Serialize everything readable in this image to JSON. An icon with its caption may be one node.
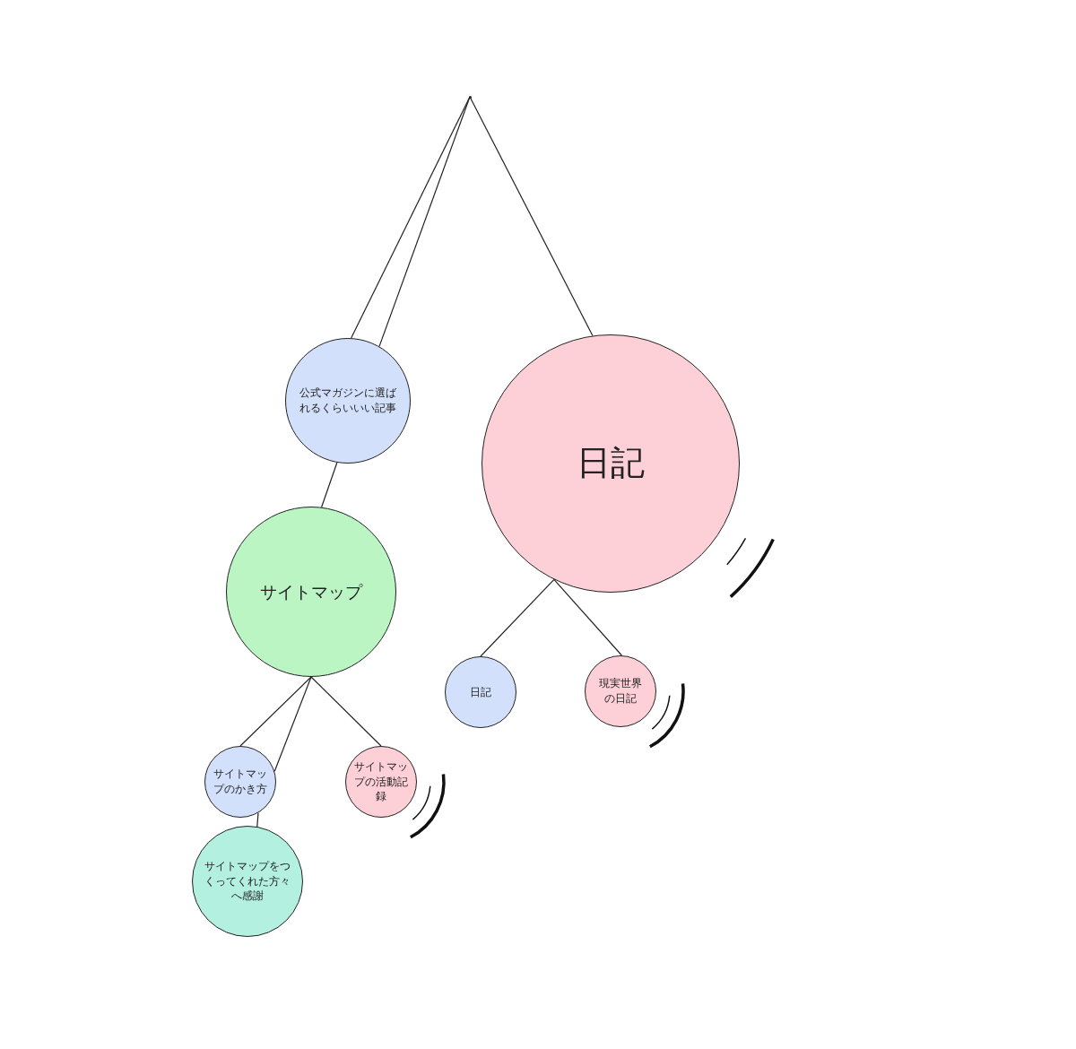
{
  "diagram": {
    "nodes": [
      {
        "text": [],
        "shape": "point"
      },
      {
        "text": [
          "公式マガジンに選ばれるくらいいい記事"
        ]
      },
      {
        "text": [
          "日記"
        ]
      },
      {
        "text": [
          "サイトマップ"
        ]
      },
      {
        "text": [
          "日記"
        ]
      },
      {
        "text": [
          "現実世界の日記"
        ]
      },
      {
        "text": [
          "サイトマップのかき方"
        ]
      },
      {
        "text": [
          "サイトマップの活動記録"
        ]
      },
      {
        "text": [
          "サイトマップをつくってくれた方々へ感謝"
        ]
      }
    ],
    "edges": [
      {
        "from": 0,
        "to": 1,
        "arrow": "none"
      },
      {
        "from": 0,
        "to": 1,
        "arrow": "none"
      },
      {
        "from": 0,
        "to": 2,
        "arrow": "none"
      },
      {
        "from": 1,
        "to": 3,
        "arrow": "none"
      },
      {
        "from": 2,
        "to": 4,
        "arrow": "none"
      },
      {
        "from": 2,
        "to": 5,
        "arrow": "none"
      },
      {
        "from": 3,
        "to": 6,
        "arrow": "none"
      },
      {
        "from": 3,
        "to": 6,
        "arrow": "none"
      },
      {
        "from": 3,
        "to": 7,
        "arrow": "none"
      },
      {
        "from": 6,
        "to": 8,
        "arrow": "none"
      }
    ]
  }
}
